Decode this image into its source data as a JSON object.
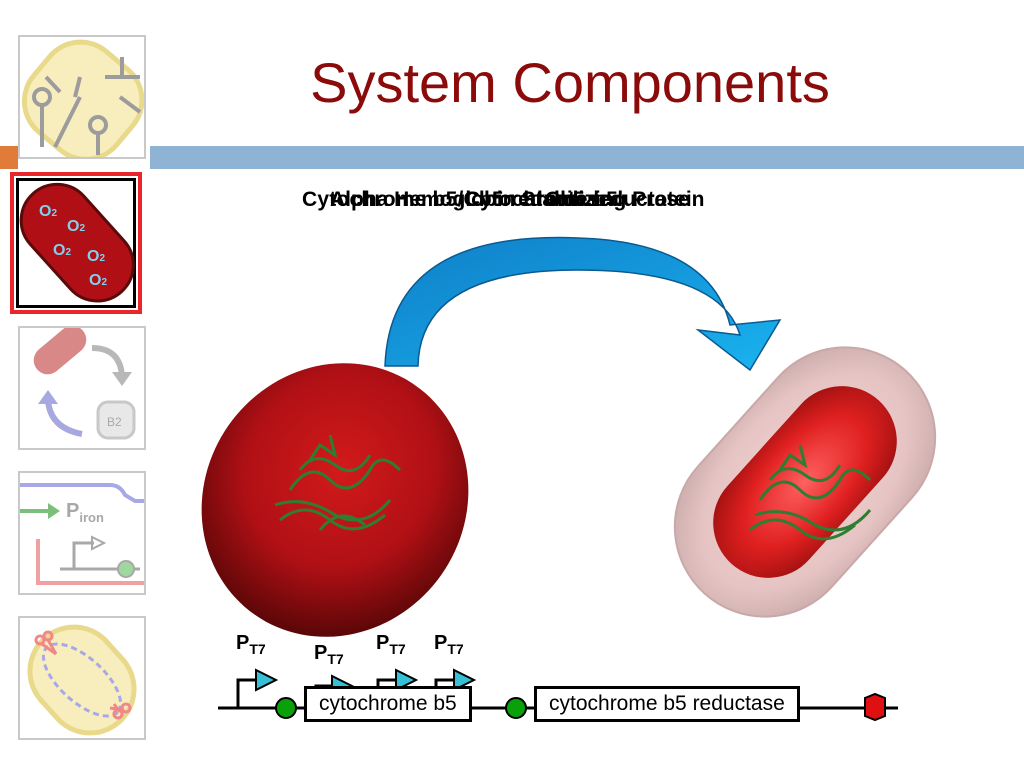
{
  "slide": {
    "title": "System Components",
    "overlapping_labels": [
      "Cytochrome b5/Cb5 reductase",
      "Alpha Hemoglobin Stabilizing Protein",
      "Cytochrome b5",
      "Cb5 reductase"
    ]
  },
  "thumbnails": [
    {
      "name": "thumb-pathway",
      "active": false
    },
    {
      "name": "thumb-oxygen-cell",
      "active": true,
      "o2_label": "O2"
    },
    {
      "name": "thumb-b2-cycle",
      "active": false,
      "label": "B2"
    },
    {
      "name": "thumb-iron-promoter",
      "active": false,
      "label": "P",
      "sub": "iron"
    },
    {
      "name": "thumb-scissors-cell",
      "active": false
    }
  ],
  "circuit": {
    "promoters": [
      {
        "label": "P",
        "sub": "T7"
      },
      {
        "label": "P",
        "sub": "T7"
      },
      {
        "label": "P",
        "sub": "T7"
      },
      {
        "label": "P",
        "sub": "T7"
      }
    ],
    "gene1": "cytochrome b5",
    "gene2": "cytochrome b5 reductase"
  },
  "colors": {
    "title": "#8b0a0a",
    "band": "#8fb3d4",
    "accent": "#e8262b",
    "promoter": "#36c0d6",
    "rbs": "#0aa00a",
    "terminator": "#e01010",
    "rbc": "#b01015",
    "arrow": "#1aa0e0"
  }
}
